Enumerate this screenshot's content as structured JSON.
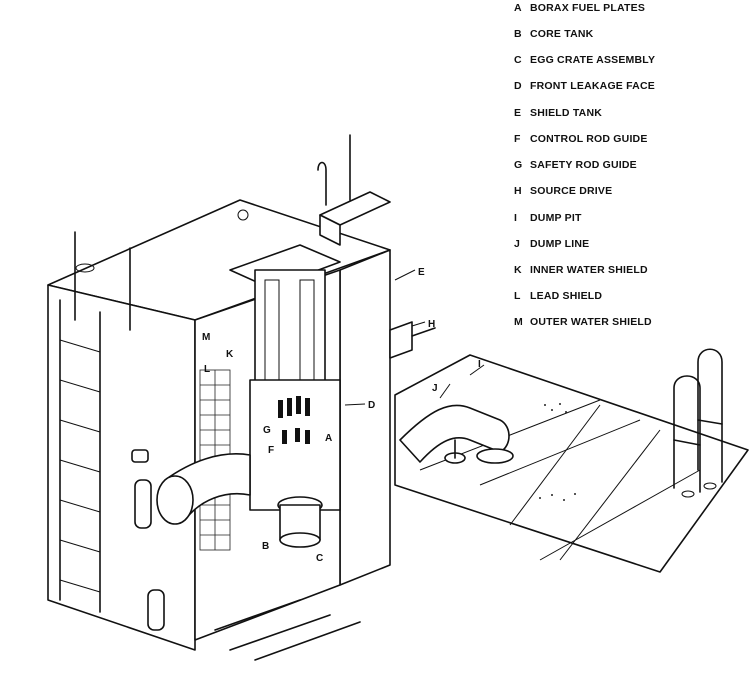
{
  "legend": [
    {
      "key": "A",
      "text": "BORAX FUEL PLATES"
    },
    {
      "key": "B",
      "text": "CORE TANK"
    },
    {
      "key": "C",
      "text": "EGG CRATE ASSEMBLY"
    },
    {
      "key": "D",
      "text": "FRONT LEAKAGE FACE"
    },
    {
      "key": "E",
      "text": "SHIELD TANK"
    },
    {
      "key": "F",
      "text": "CONTROL ROD GUIDE"
    },
    {
      "key": "G",
      "text": "SAFETY ROD GUIDE"
    },
    {
      "key": "H",
      "text": "SOURCE DRIVE"
    },
    {
      "key": "I",
      "text": "DUMP PIT"
    },
    {
      "key": "J",
      "text": "DUMP LINE"
    },
    {
      "key": "K",
      "text": "INNER WATER SHIELD"
    },
    {
      "key": "L",
      "text": "LEAD SHIELD"
    },
    {
      "key": "M",
      "text": "OUTER WATER SHIELD"
    }
  ],
  "callouts": {
    "A": "A",
    "B": "B",
    "C": "C",
    "D": "D",
    "E": "E",
    "F": "F",
    "G": "G",
    "H": "H",
    "I": "I",
    "J": "J",
    "K": "K",
    "L": "L",
    "M": "M"
  }
}
